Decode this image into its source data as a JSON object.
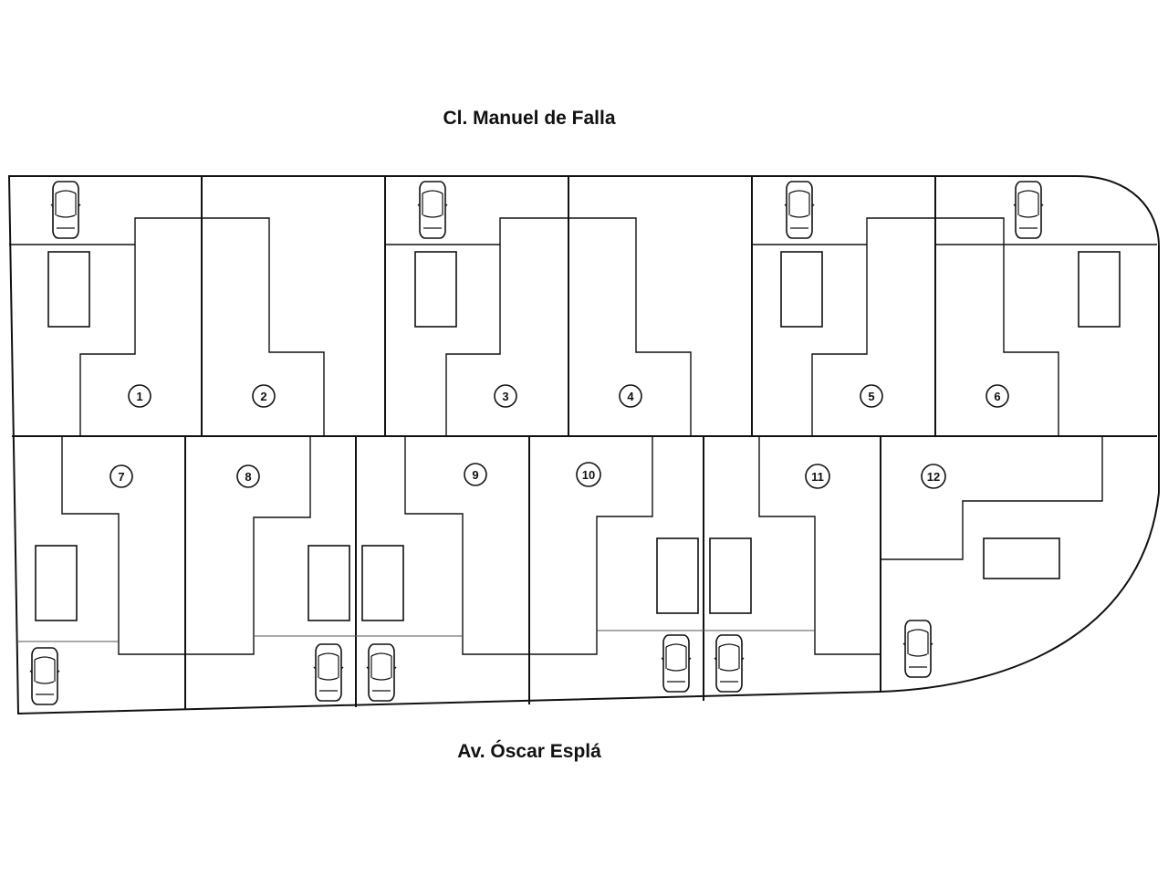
{
  "streets": {
    "top": "Cl. Manuel de Falla",
    "bottom": "Av. Óscar Esplá"
  },
  "lots": [
    {
      "number": "1"
    },
    {
      "number": "2"
    },
    {
      "number": "3"
    },
    {
      "number": "4"
    },
    {
      "number": "5"
    },
    {
      "number": "6"
    },
    {
      "number": "7"
    },
    {
      "number": "8"
    },
    {
      "number": "9"
    },
    {
      "number": "10"
    },
    {
      "number": "11"
    },
    {
      "number": "12"
    }
  ],
  "colors": {
    "line": "#111111",
    "thin_line": "#444444",
    "background": "#ffffff"
  }
}
